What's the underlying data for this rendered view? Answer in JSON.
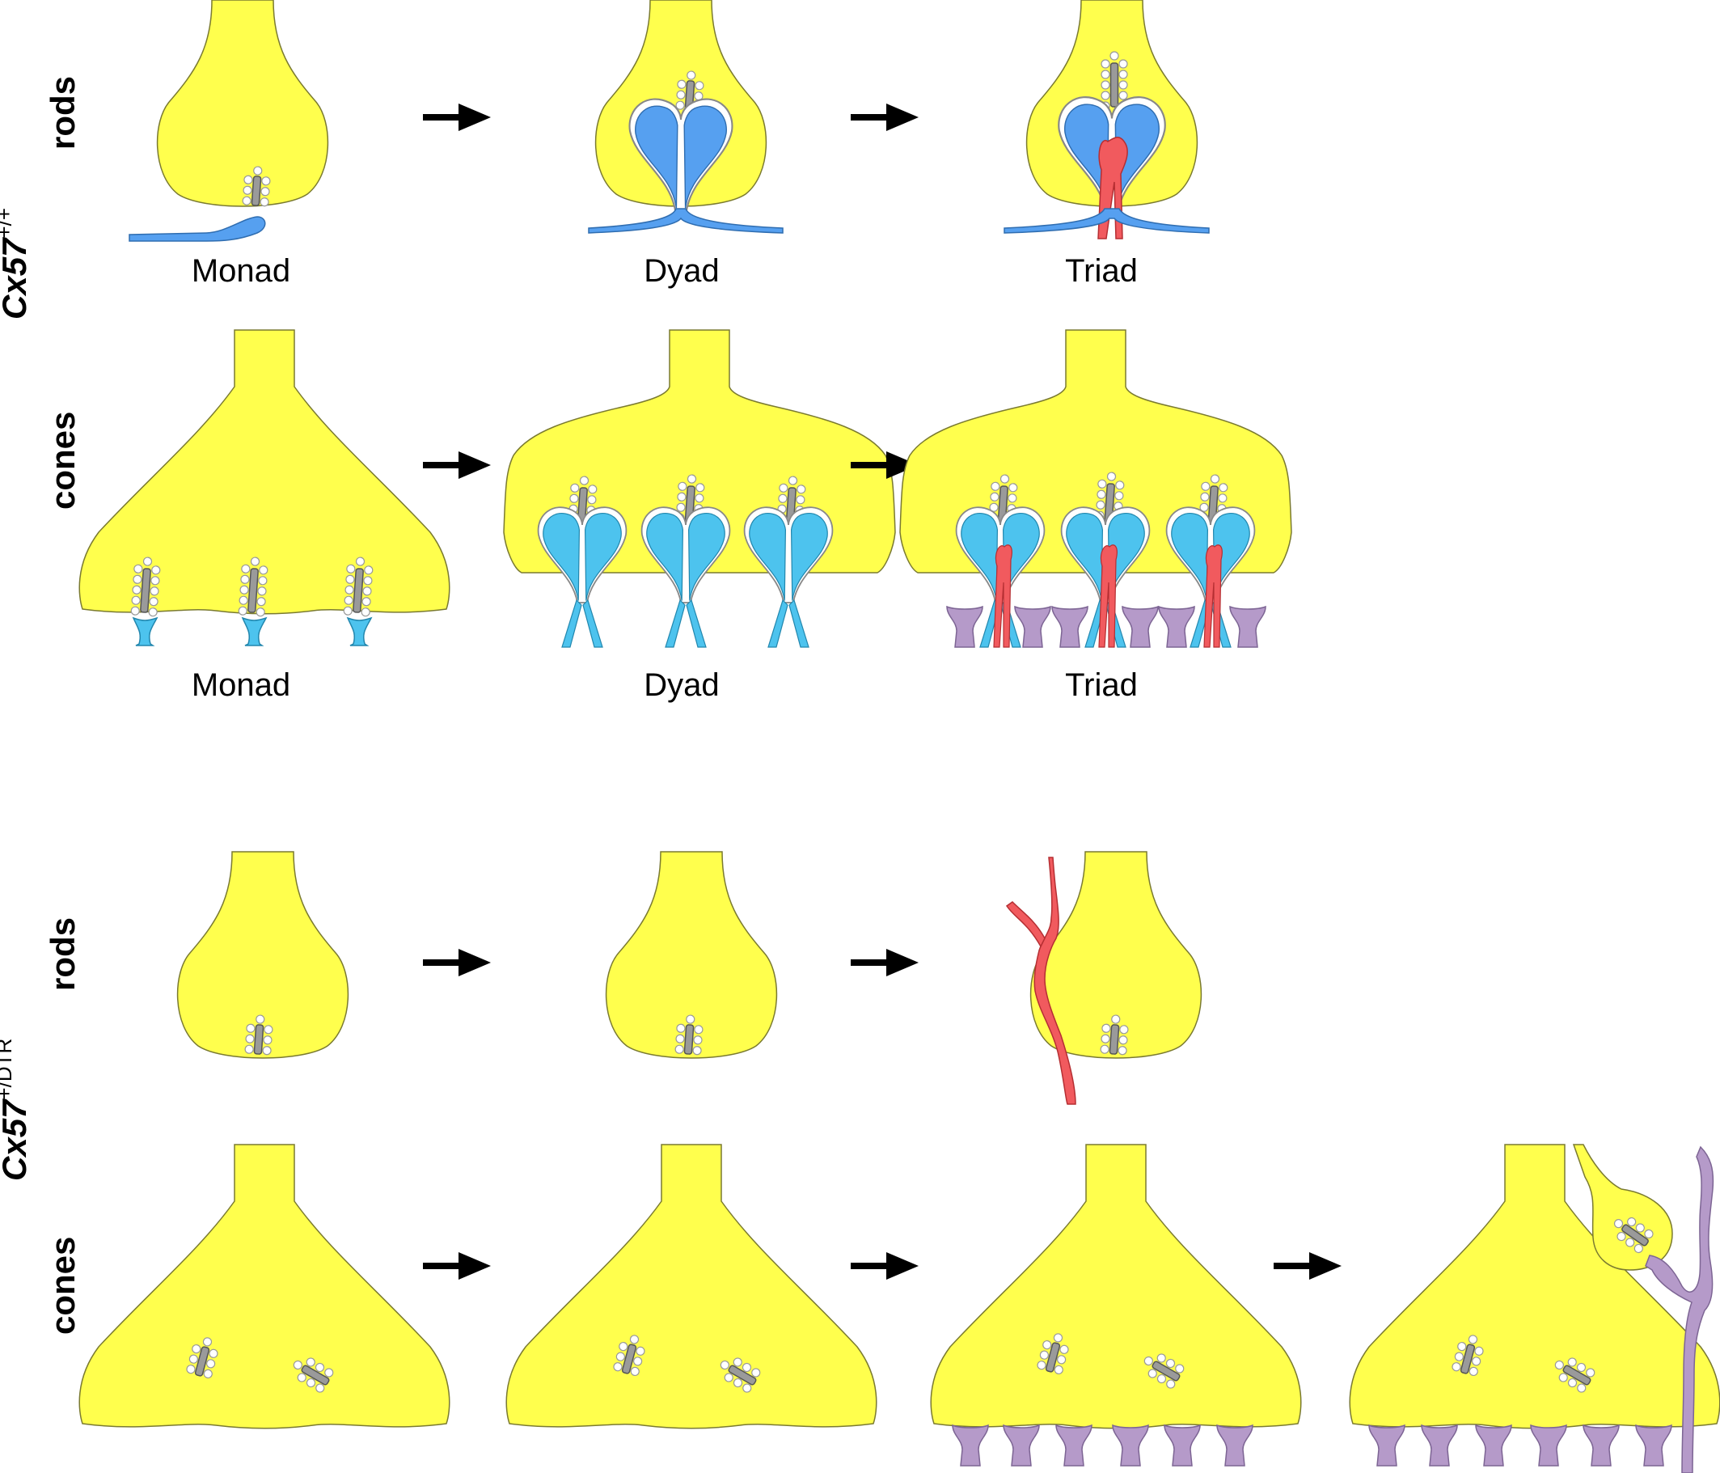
{
  "genotypes": {
    "wildtype": {
      "name": "Cx57",
      "allele": "+/+"
    },
    "mutant": {
      "name": "Cx57",
      "allele": "+/DTR"
    }
  },
  "rows": {
    "rods": "rods",
    "cones": "cones"
  },
  "stages": {
    "monad": "Monad",
    "dyad": "Dyad",
    "triad": "Triad"
  },
  "colors": {
    "terminal": "#ffff4d",
    "rod_bipolar": "#56a0f0",
    "cone_bipolar": "#4dc3ee",
    "horizontal": "#f15a5e",
    "off_bipolar": "#b59ac9",
    "ribbon": "#9a9a9a",
    "arrow": "#000000"
  }
}
